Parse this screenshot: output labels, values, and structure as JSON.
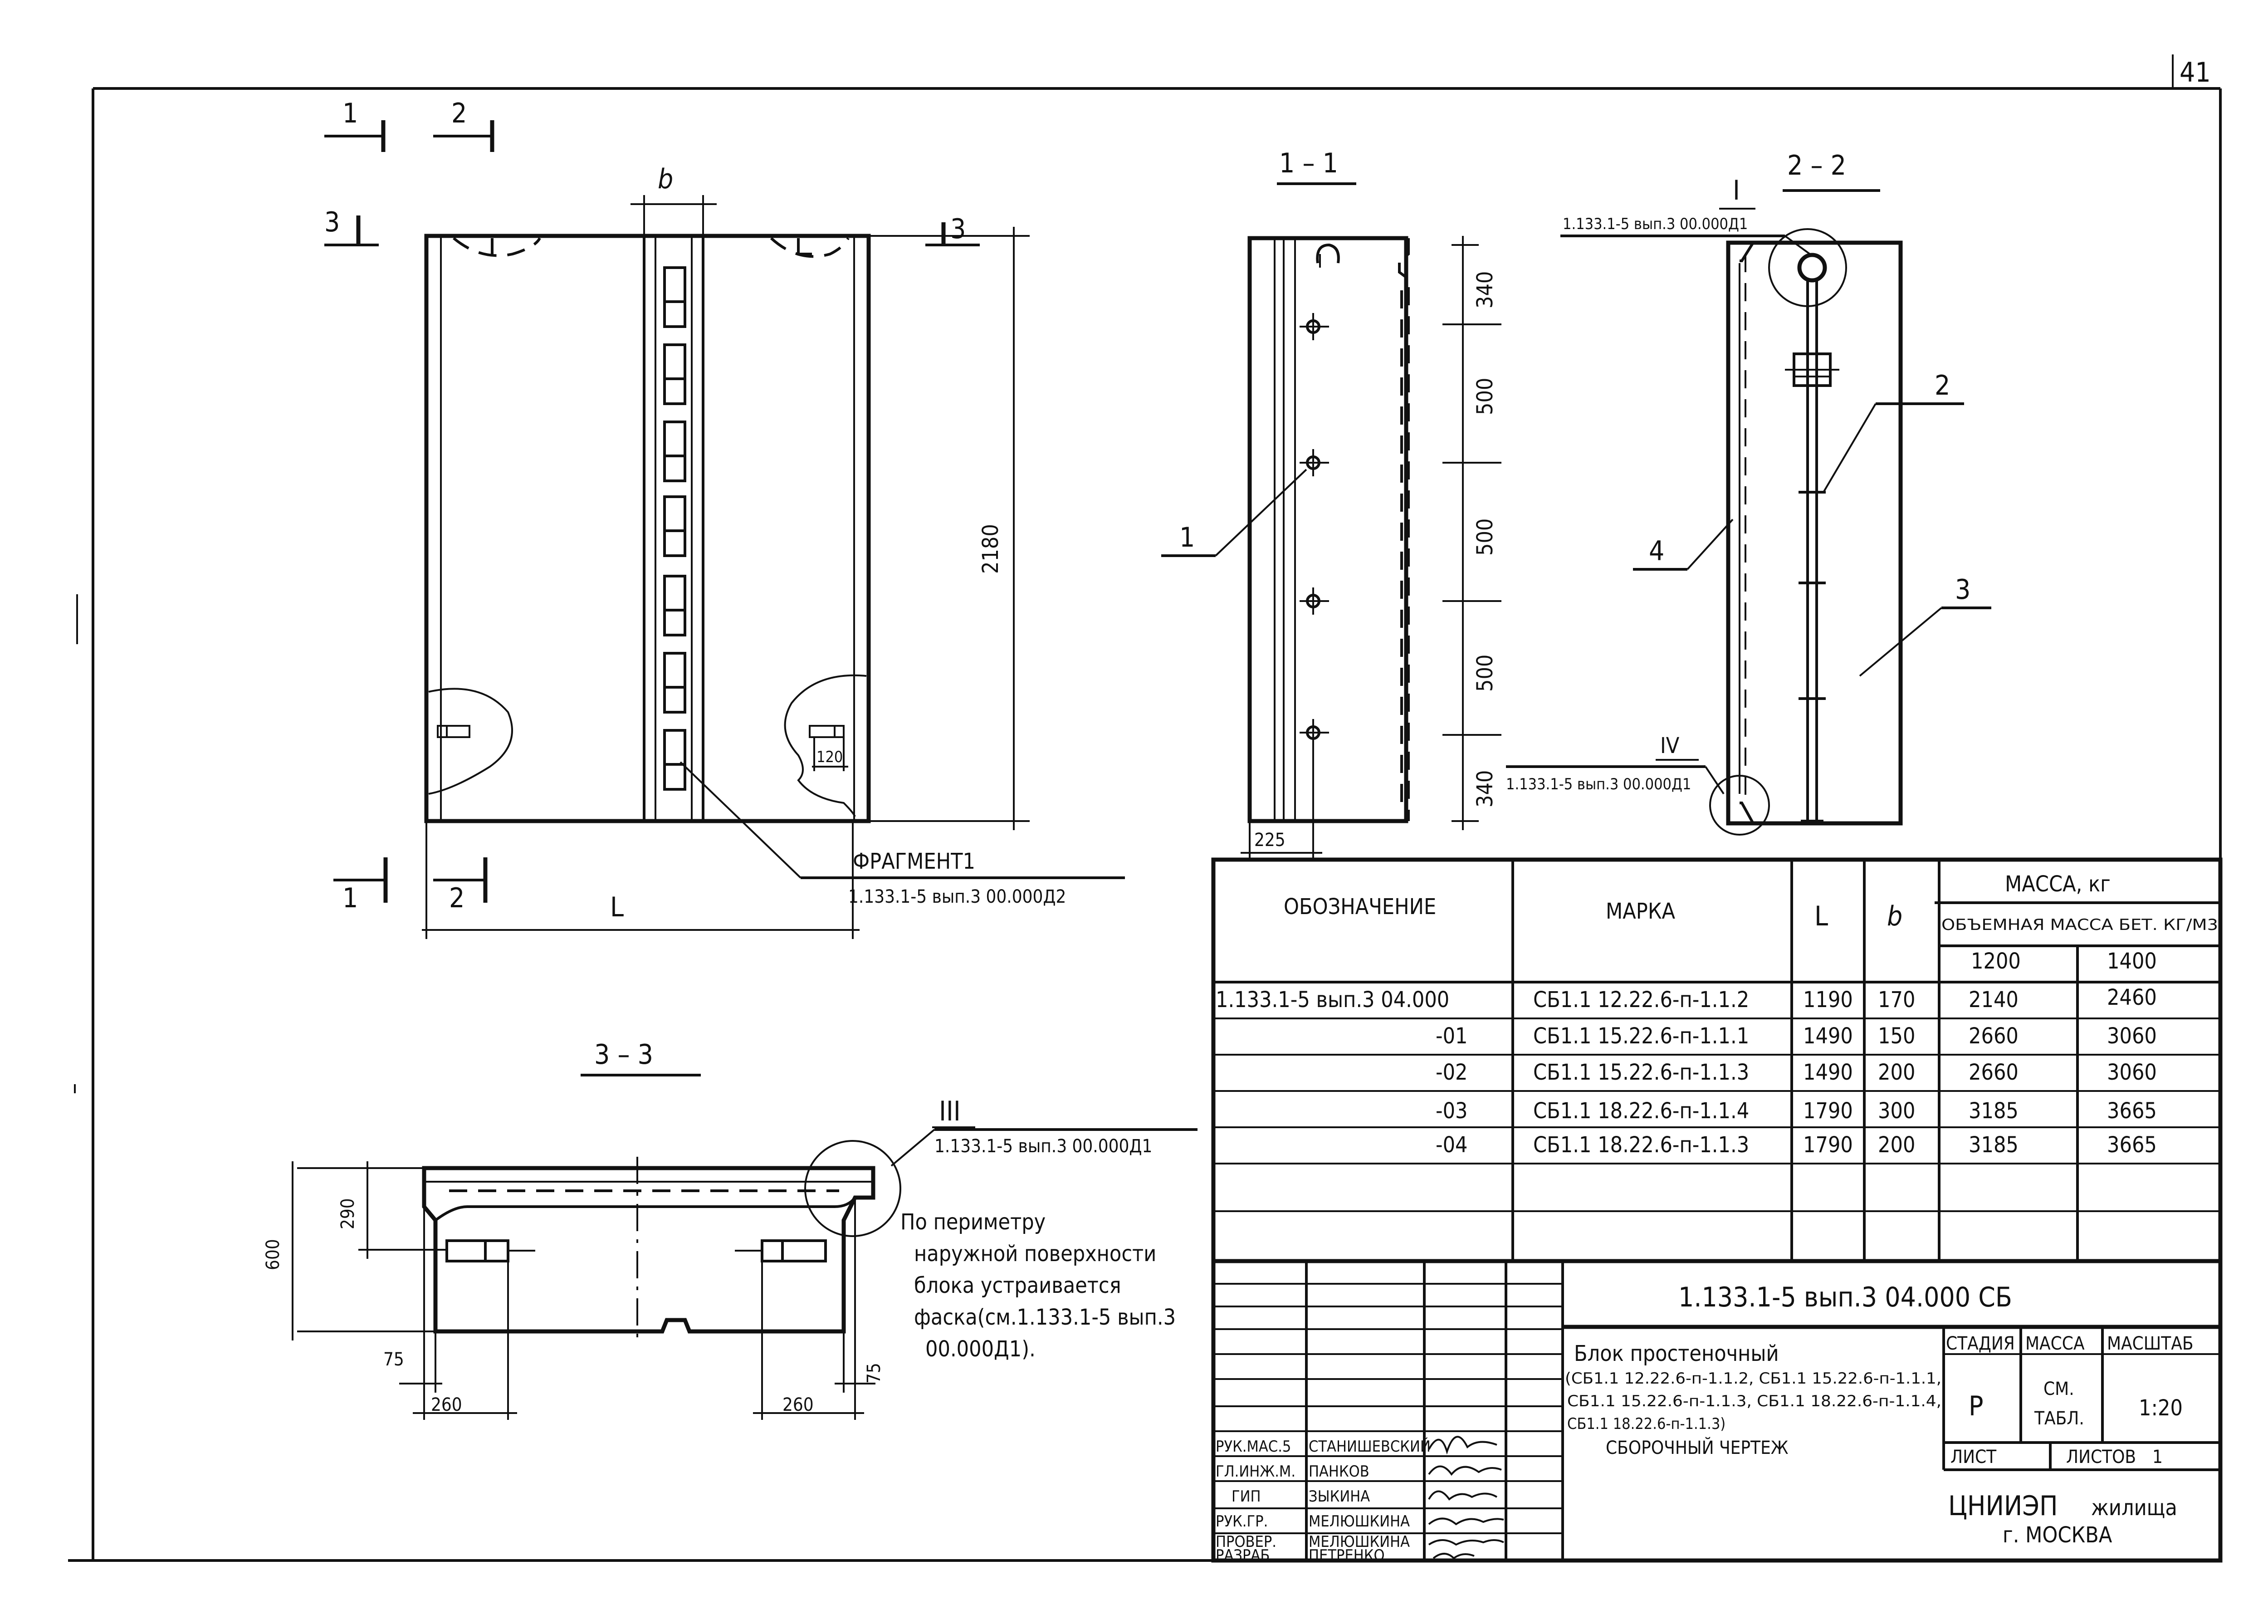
{
  "sheet_number": "41",
  "views": {
    "front": {
      "section_marks": [
        "1",
        "2",
        "3",
        "3",
        "1",
        "2"
      ],
      "dim_width_symbol": "b",
      "dim_length_symbol": "L",
      "dim_height": "2180",
      "dim_slot": "120",
      "fragment_label": "ФРАГМЕНТ1",
      "fragment_ref": "1.133.1-5 вып.3 00.000Д2"
    },
    "section_1_1": {
      "title": "1 – 1",
      "callout": "1",
      "dims": [
        "340",
        "500",
        "500",
        "500",
        "340"
      ],
      "dim_bottom": "225"
    },
    "section_2_2": {
      "title": "2 – 2",
      "node_top": "I",
      "node_top_ref": "1.133.1-5 вып.3 00.000Д1",
      "node_bottom": "IV",
      "node_bottom_ref": "1.133.1-5 вып.3 00.000Д1",
      "callouts": [
        "2",
        "4",
        "3"
      ]
    },
    "section_3_3": {
      "title": "3 – 3",
      "node": "III",
      "node_ref": "1.133.1-5 вып.3 00.000Д1",
      "dims": [
        "290",
        "600",
        "75",
        "260",
        "75",
        "260"
      ],
      "note_lines": [
        "По периметру",
        "наружной поверхности",
        "блока устраивается",
        "фаска(см.1.133.1-5 вып.3",
        "00.000Д1)."
      ]
    }
  },
  "spec_table": {
    "headers": {
      "designation": "ОБОЗНАЧЕНИЕ",
      "mark": "МАРКА",
      "l": "L",
      "b": "b",
      "mass": "МАССА, кг",
      "density": "ОБЪЕМНАЯ МАССА БЕТ. КГ/М3",
      "d1": "1200",
      "d2": "1400"
    },
    "rows": [
      {
        "designation": "1.133.1-5 вып.3 04.000",
        "mark": "СБ1.1 12.22.6-п-1.1.2",
        "l": "1190",
        "b": "170",
        "m1": "2140",
        "m2": "2460"
      },
      {
        "designation": "-01",
        "mark": "СБ1.1 15.22.6-п-1.1.1",
        "l": "1490",
        "b": "150",
        "m1": "2660",
        "m2": "3060"
      },
      {
        "designation": "-02",
        "mark": "СБ1.1 15.22.6-п-1.1.3",
        "l": "1490",
        "b": "200",
        "m1": "2660",
        "m2": "3060"
      },
      {
        "designation": "-03",
        "mark": "СБ1.1 18.22.6-п-1.1.4",
        "l": "1790",
        "b": "300",
        "m1": "3185",
        "m2": "3665"
      },
      {
        "designation": "-04",
        "mark": "СБ1.1 18.22.6-п-1.1.3",
        "l": "1790",
        "b": "200",
        "m1": "3185",
        "m2": "3665"
      }
    ]
  },
  "title_block": {
    "doc_code": "1.133.1-5 вып.3 04.000 СБ",
    "name_lines": [
      "Блок простеночный",
      "(СБ1.1 12.22.6-п-1.1.2, СБ1.1 15.22.6-п-1.1.1,",
      "СБ1.1 15.22.6-п-1.1.3, СБ1.1 18.22.6-п-1.1.4,",
      "СБ1.1 18.22.6-п-1.1.3)",
      "СБОРОЧНЫЙ ЧЕРТЕЖ"
    ],
    "stage_label": "СТАДИЯ",
    "mass_label": "МАССА",
    "scale_label": "МАСШТАБ",
    "stage": "Р",
    "mass_line1": "СМ.",
    "mass_line2": "ТАБЛ.",
    "scale": "1:20",
    "sheet_label": "ЛИСТ",
    "sheets_label": "ЛИСТОВ",
    "sheets_count": "1",
    "org_name": "ЦНИИЭП",
    "org_suffix": "жилища",
    "org_city": "г. МОСКВА",
    "roles": [
      "РУК.МАС.5",
      "ГЛ.ИНЖ.М.",
      "ГИП",
      "РУК.ГР.",
      "ПРОВЕР.",
      "РАЗРАБ."
    ],
    "people": [
      "СТАНИШЕВСКИЙ",
      "ПАНКОВ",
      "ЗЫКИНА",
      "МЕЛЮШКИНА",
      "МЕЛЮШКИНА",
      "ПЕТРЕНКО"
    ]
  }
}
